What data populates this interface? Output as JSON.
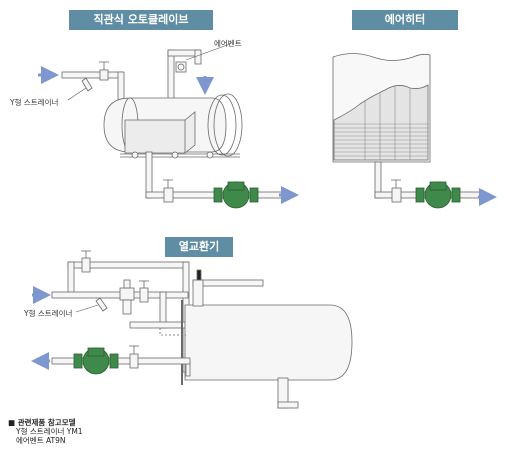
{
  "titles": {
    "autoclave": "직관식 오토클레이브",
    "air_heater": "에어히터",
    "heat_exchanger": "열교환기"
  },
  "labels": {
    "air_vent": "에어벤트",
    "strainer_1": "Y형 스트레이너",
    "strainer_2": "Y형 스트레이너"
  },
  "notes": {
    "heading": "■ 관련제품 참고모델",
    "items": [
      "Y형 스트레이너 YM1",
      "에어벤트 AT9N"
    ]
  },
  "colors": {
    "title_bg": "#5f8da3",
    "arrow": "#7f97cf",
    "trap_green": "#3f8a4a",
    "line": "#6a6a6a",
    "pipe_fill": "#f4f4f4"
  }
}
